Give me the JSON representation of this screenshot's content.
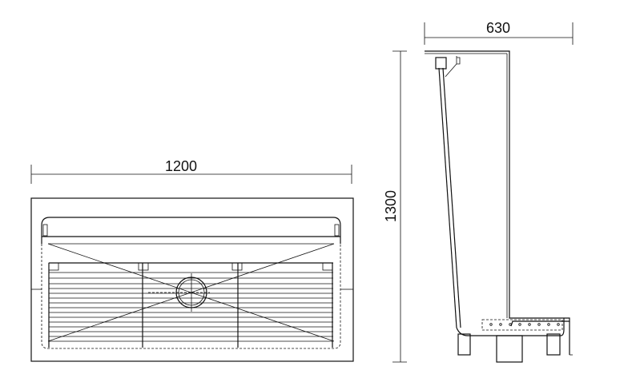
{
  "front_view": {
    "width_dimension": "1200"
  },
  "side_view": {
    "depth_dimension": "630",
    "height_dimension": "1300"
  }
}
